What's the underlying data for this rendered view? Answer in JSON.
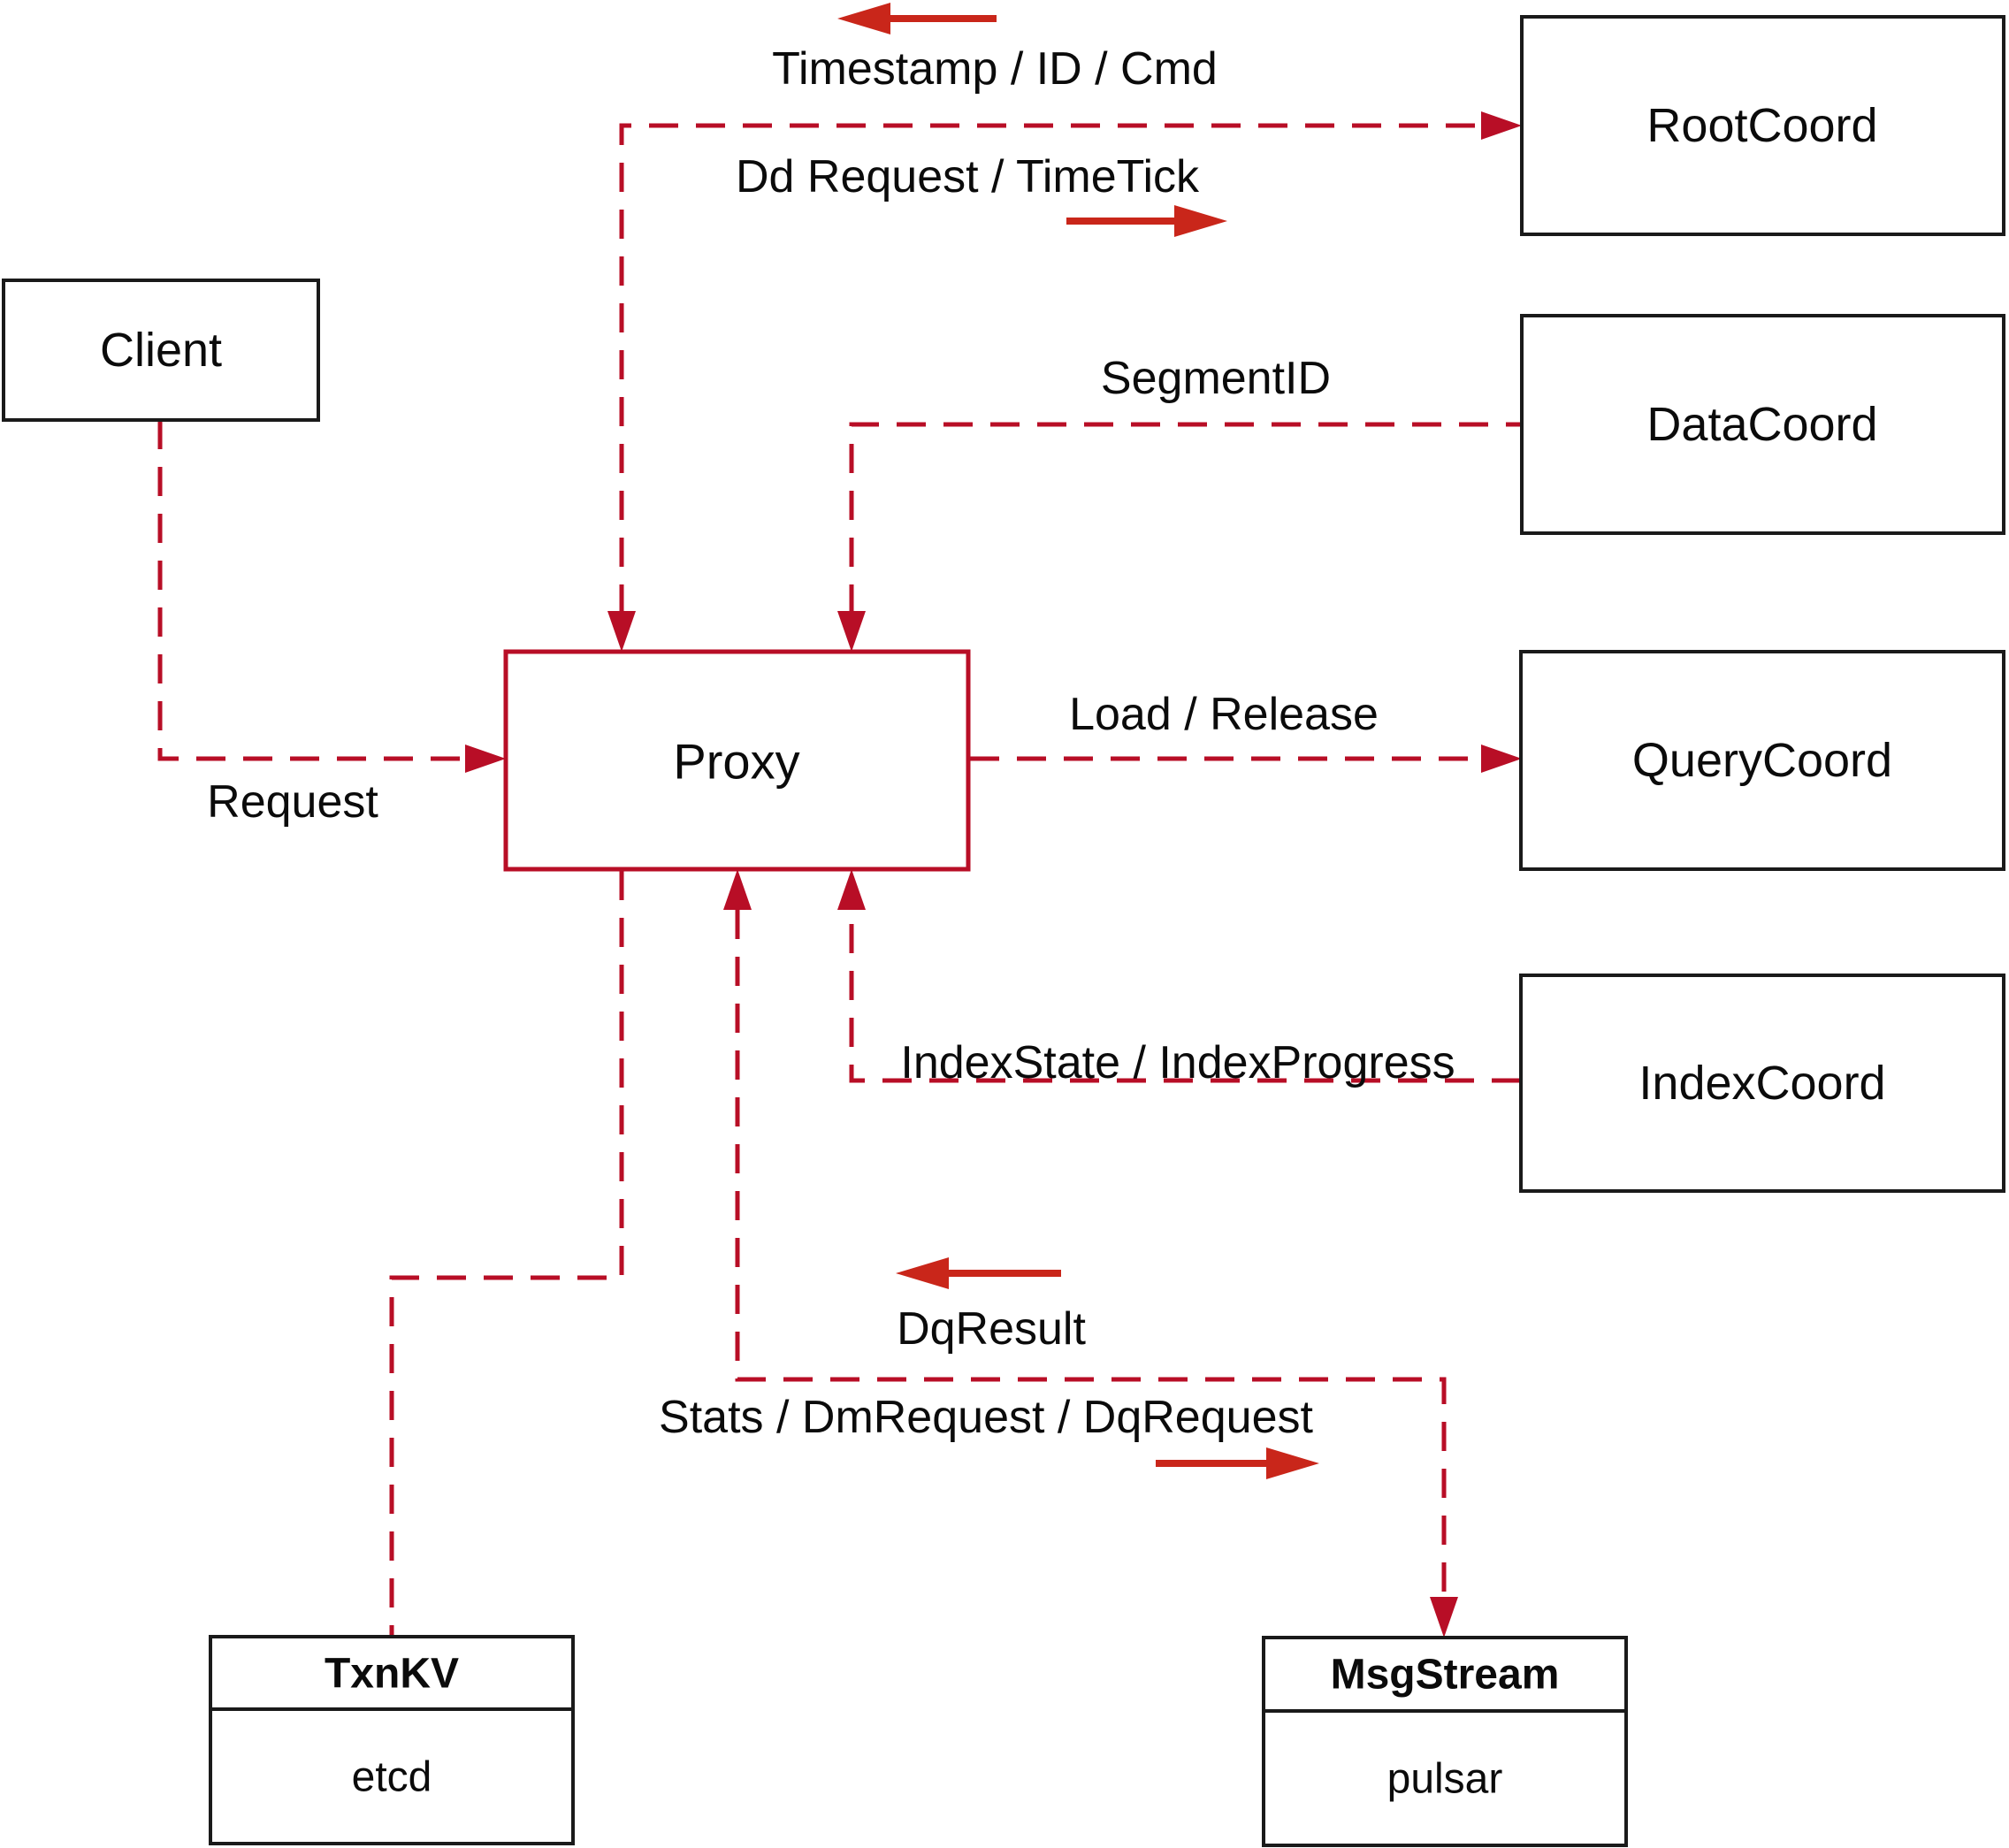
{
  "colors": {
    "dashed_line_red": "#b80e26",
    "solid_arrow_red": "#c9261a",
    "box_border_black": "#1a1a1a",
    "proxy_red": "#b80e26",
    "text_black": "#0b0b0b",
    "background": "#ffffff"
  },
  "nodes": {
    "client": {
      "label": "Client"
    },
    "rootcoord": {
      "label": "RootCoord"
    },
    "datacoord": {
      "label": "DataCoord"
    },
    "querycoord": {
      "label": "QueryCoord"
    },
    "indexcoord": {
      "label": "IndexCoord"
    },
    "proxy": {
      "label": "Proxy"
    },
    "txnkv": {
      "title": "TxnKV",
      "subtitle": "etcd"
    },
    "msgstream": {
      "title": "MsgStream",
      "subtitle": "pulsar"
    }
  },
  "edge_labels": {
    "timestamp_id_cmd": "Timestamp / ID / Cmd",
    "dd_request_timetick": "Dd Request / TimeTick",
    "segment_id": "SegmentID",
    "load_release": "Load / Release",
    "request": "Request",
    "index_state_progress": "IndexState / IndexProgress",
    "dq_result": "DqResult",
    "stats_dm_dq_request": "Stats / DmRequest / DqRequest"
  }
}
